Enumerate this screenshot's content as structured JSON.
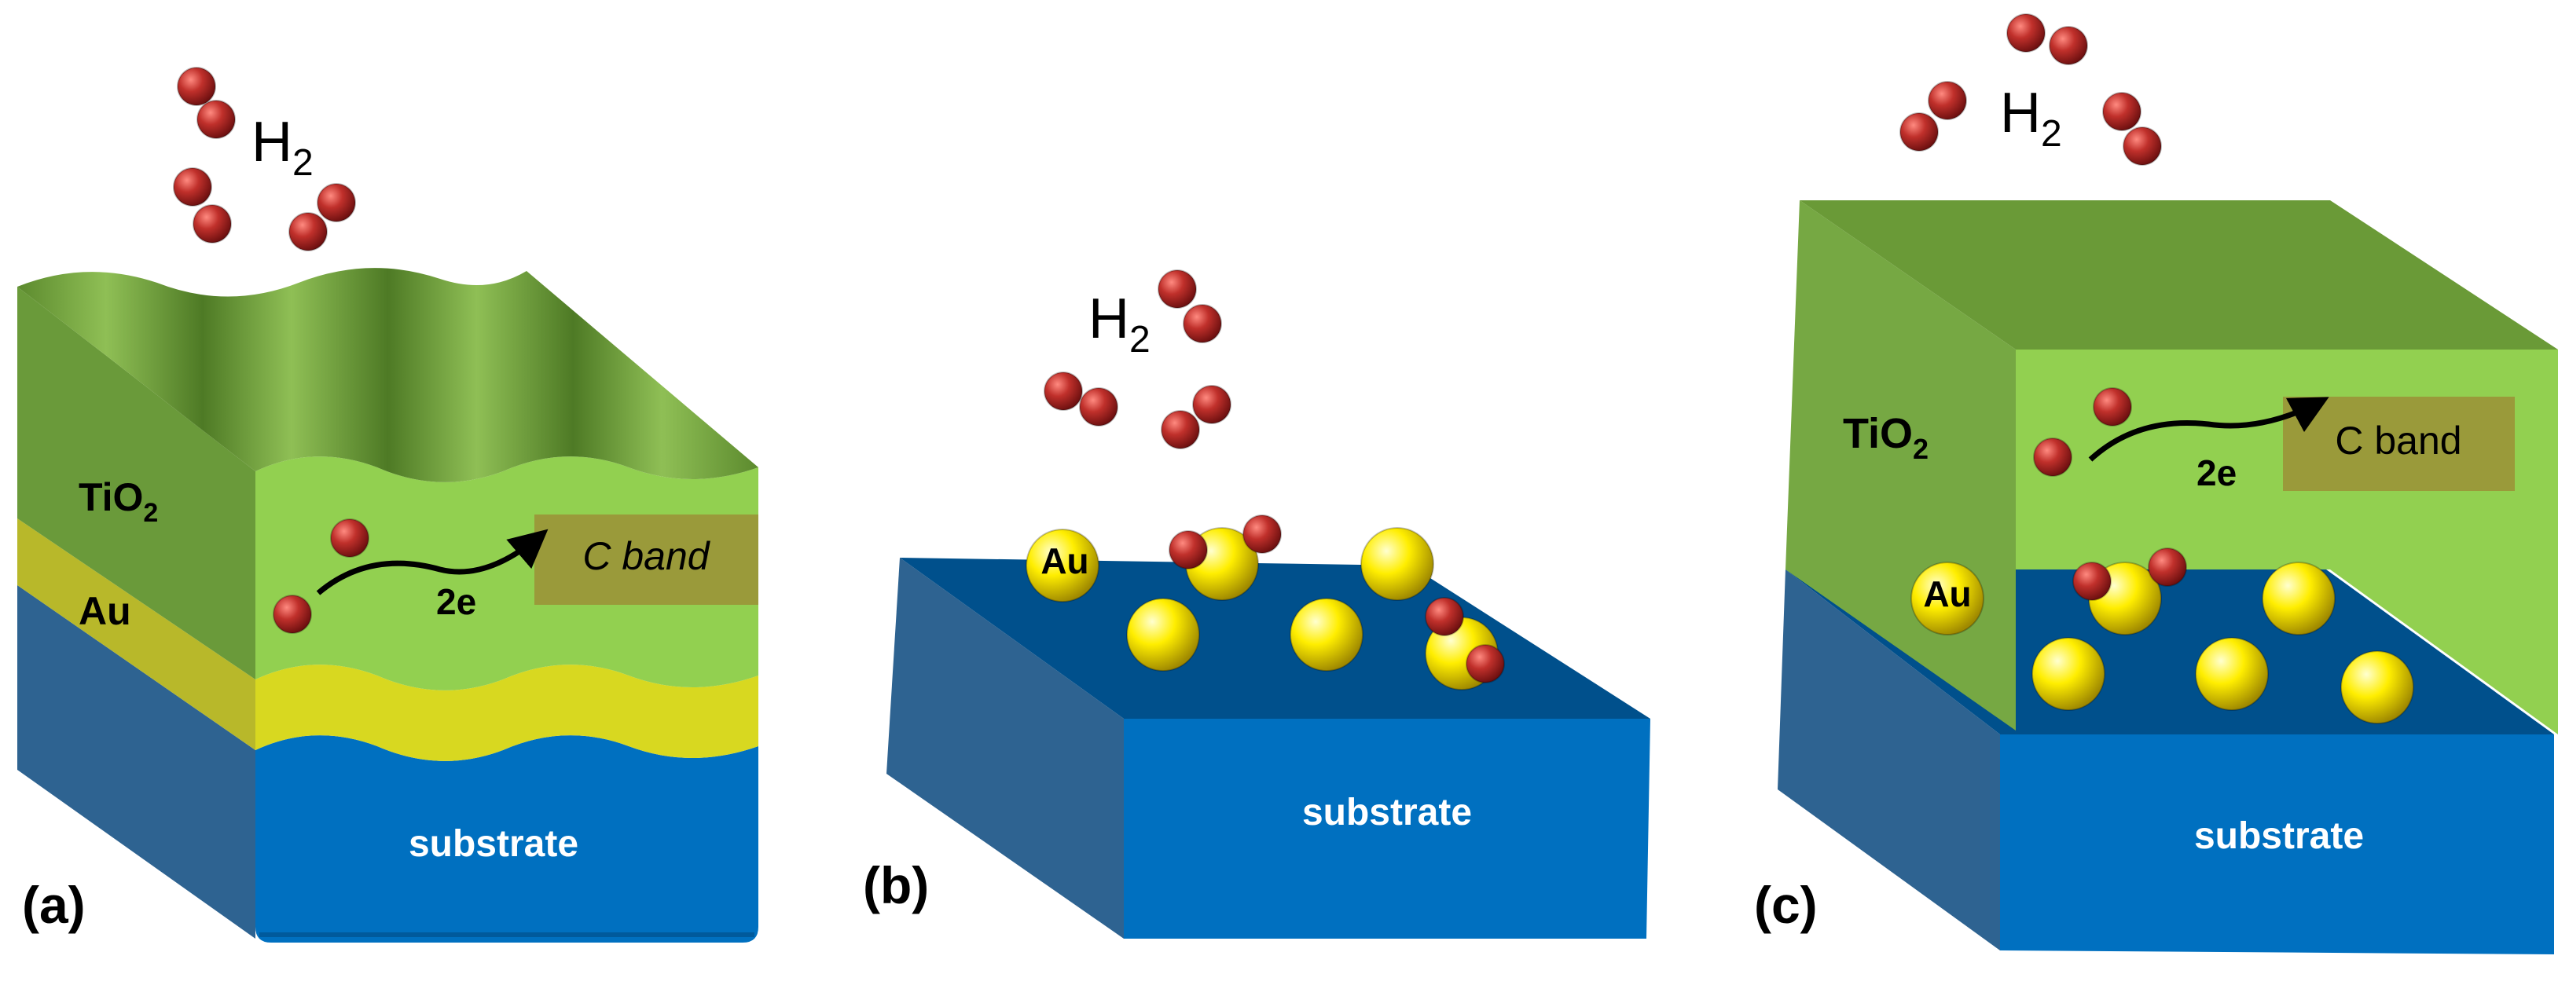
{
  "colors": {
    "background": "#ffffff",
    "tio2_light": "#92d050",
    "tio2_dark": "#5f8f2f",
    "tio2_top": "#6a9a37",
    "au_layer": "#d8d820",
    "substrate_front": "#0070c0",
    "substrate_top": "#00508c",
    "substrate_side": "#2e6391",
    "gold_particle": "#ffff00",
    "h_atom": "#c0302b",
    "cband_box": "#9a9a3a",
    "text_white": "#ffffff",
    "text_black": "#000000"
  },
  "panels": [
    {
      "id": "a",
      "label": "(a)",
      "h2_label": "H",
      "h2_subscript": "2",
      "tio2_label": "TiO",
      "tio2_subscript": "2",
      "au_label": "Au",
      "electron_label": "2e",
      "cband_label": "C band",
      "substrate_label": "substrate"
    },
    {
      "id": "b",
      "label": "(b)",
      "h2_label": "H",
      "h2_subscript": "2",
      "au_label": "Au",
      "substrate_label": "substrate"
    },
    {
      "id": "c",
      "label": "(c)",
      "h2_label": "H",
      "h2_subscript": "2",
      "tio2_label": "TiO",
      "tio2_subscript": "2",
      "au_label": "Au",
      "electron_label": "2e",
      "cband_label": "C band",
      "substrate_label": "substrate"
    }
  ]
}
